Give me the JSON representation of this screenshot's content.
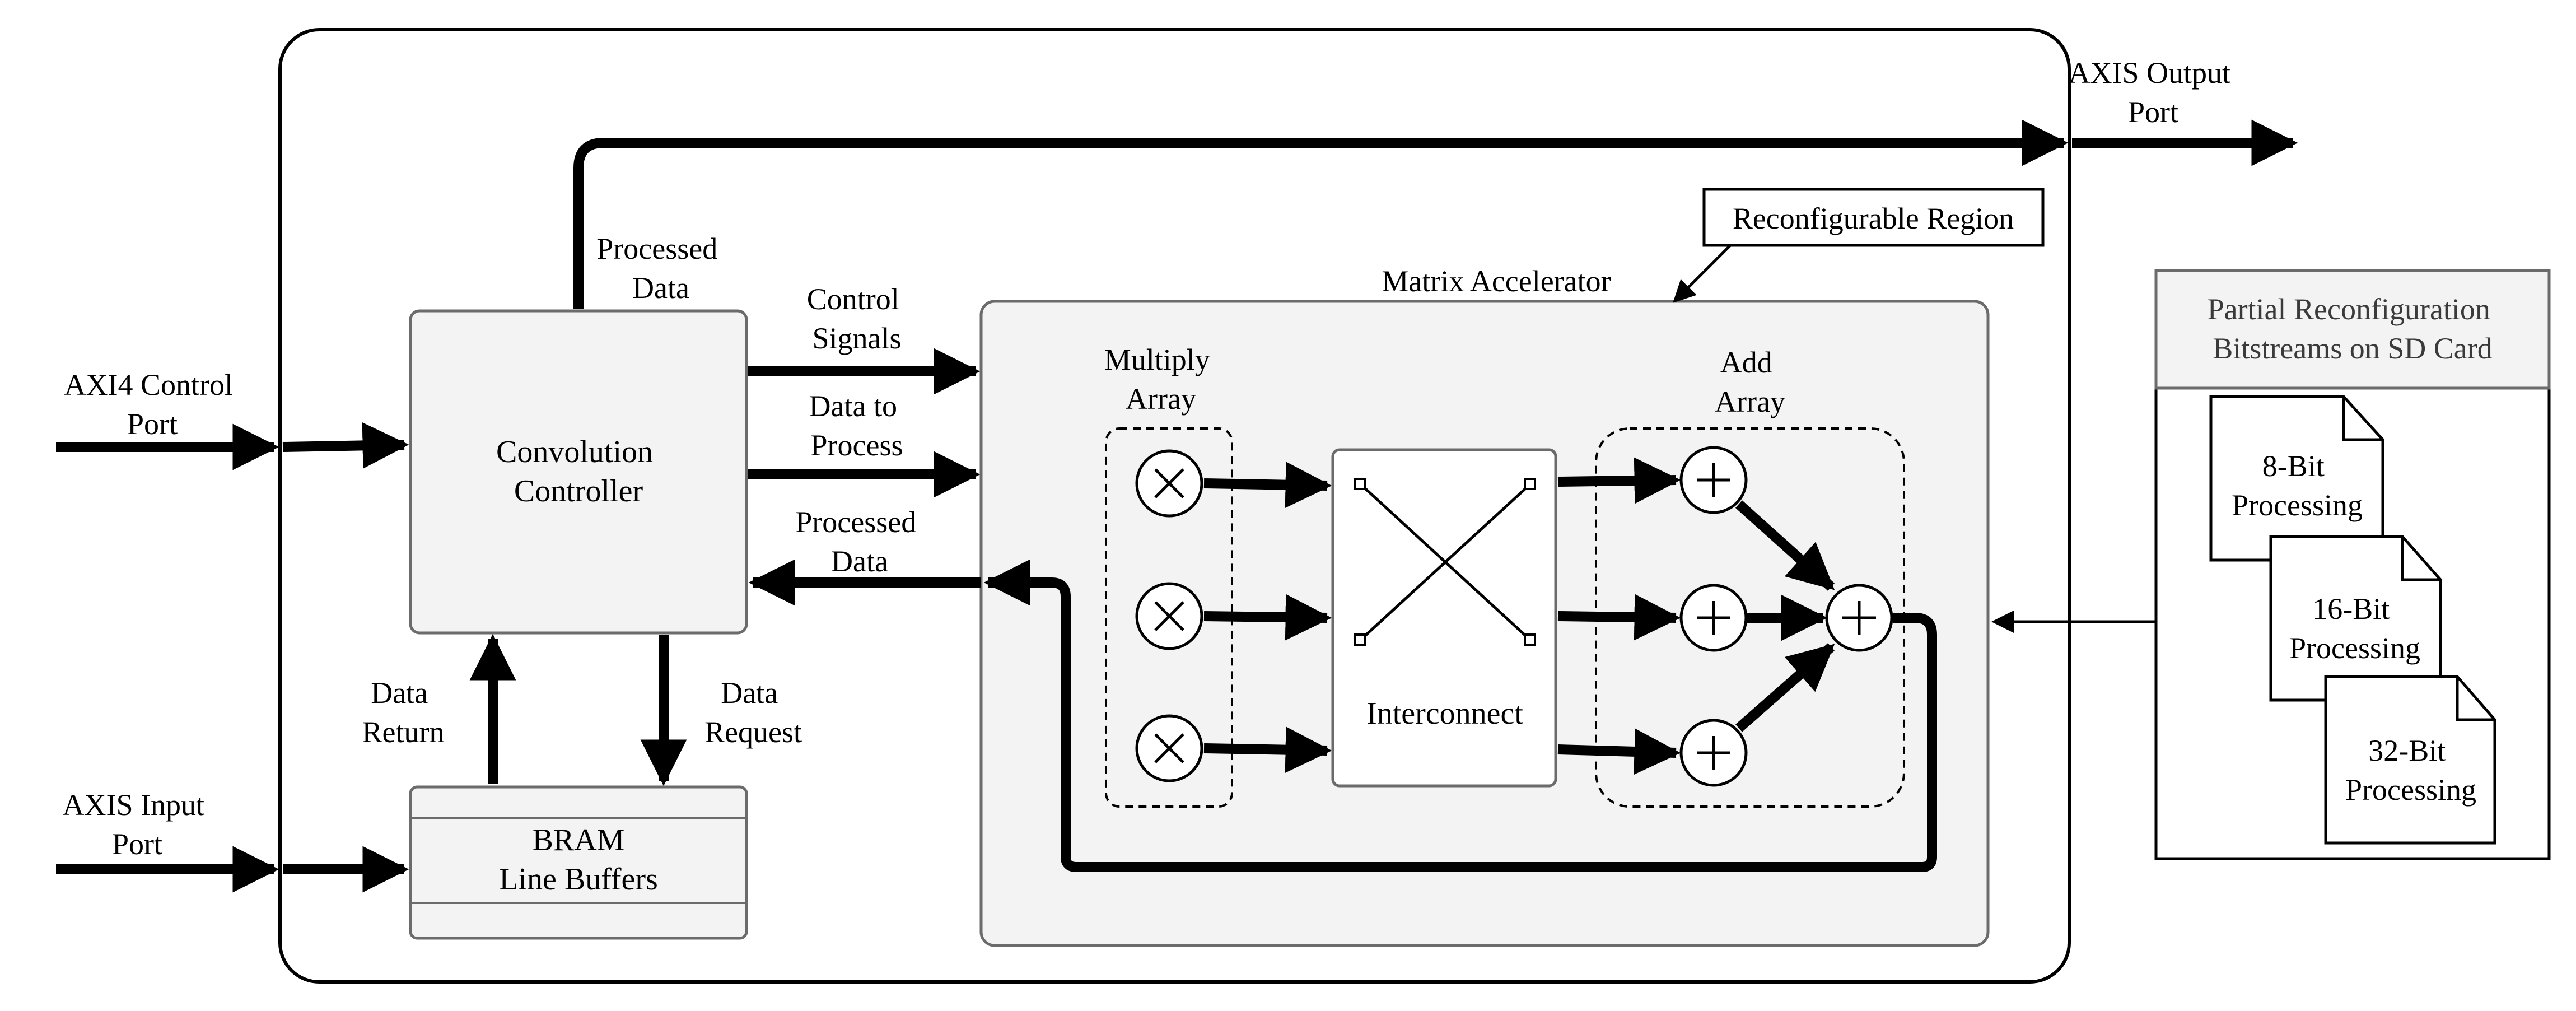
{
  "ports": {
    "axi4_control": [
      "AXI4 Control",
      "Port"
    ],
    "axis_input": [
      "AXIS Input",
      "Port"
    ],
    "axis_output": [
      "AXIS Output",
      "Port"
    ]
  },
  "convolution_controller": [
    "Convolution",
    "Controller"
  ],
  "bram": {
    "title": "BRAM",
    "subtitle": "Line Buffers"
  },
  "signals": {
    "processed_data_top": [
      "Processed",
      "Data"
    ],
    "control_signals": [
      "Control",
      "Signals"
    ],
    "data_to_process": [
      "Data to",
      "Process"
    ],
    "processed_data_return": [
      "Processed",
      "Data"
    ],
    "data_return": [
      "Data",
      "Return"
    ],
    "data_request": [
      "Data",
      "Request"
    ]
  },
  "matrix_accelerator": {
    "title": "Matrix Accelerator",
    "multiply_array": [
      "Multiply",
      "Array"
    ],
    "add_array": [
      "Add",
      "Array"
    ],
    "interconnect": "Interconnect"
  },
  "reconfigurable_region": "Reconfigurable Region",
  "sd_card": {
    "header": [
      "Partial Reconfiguration",
      "Bitstreams on SD Card"
    ],
    "bitstreams": [
      [
        "8-Bit",
        "Processing"
      ],
      [
        "16-Bit",
        "Processing"
      ],
      [
        "32-Bit",
        "Processing"
      ]
    ]
  },
  "colors": {
    "block_fill": "#f3f3f3",
    "block_stroke": "#6b6b6b",
    "line": "#000000"
  }
}
